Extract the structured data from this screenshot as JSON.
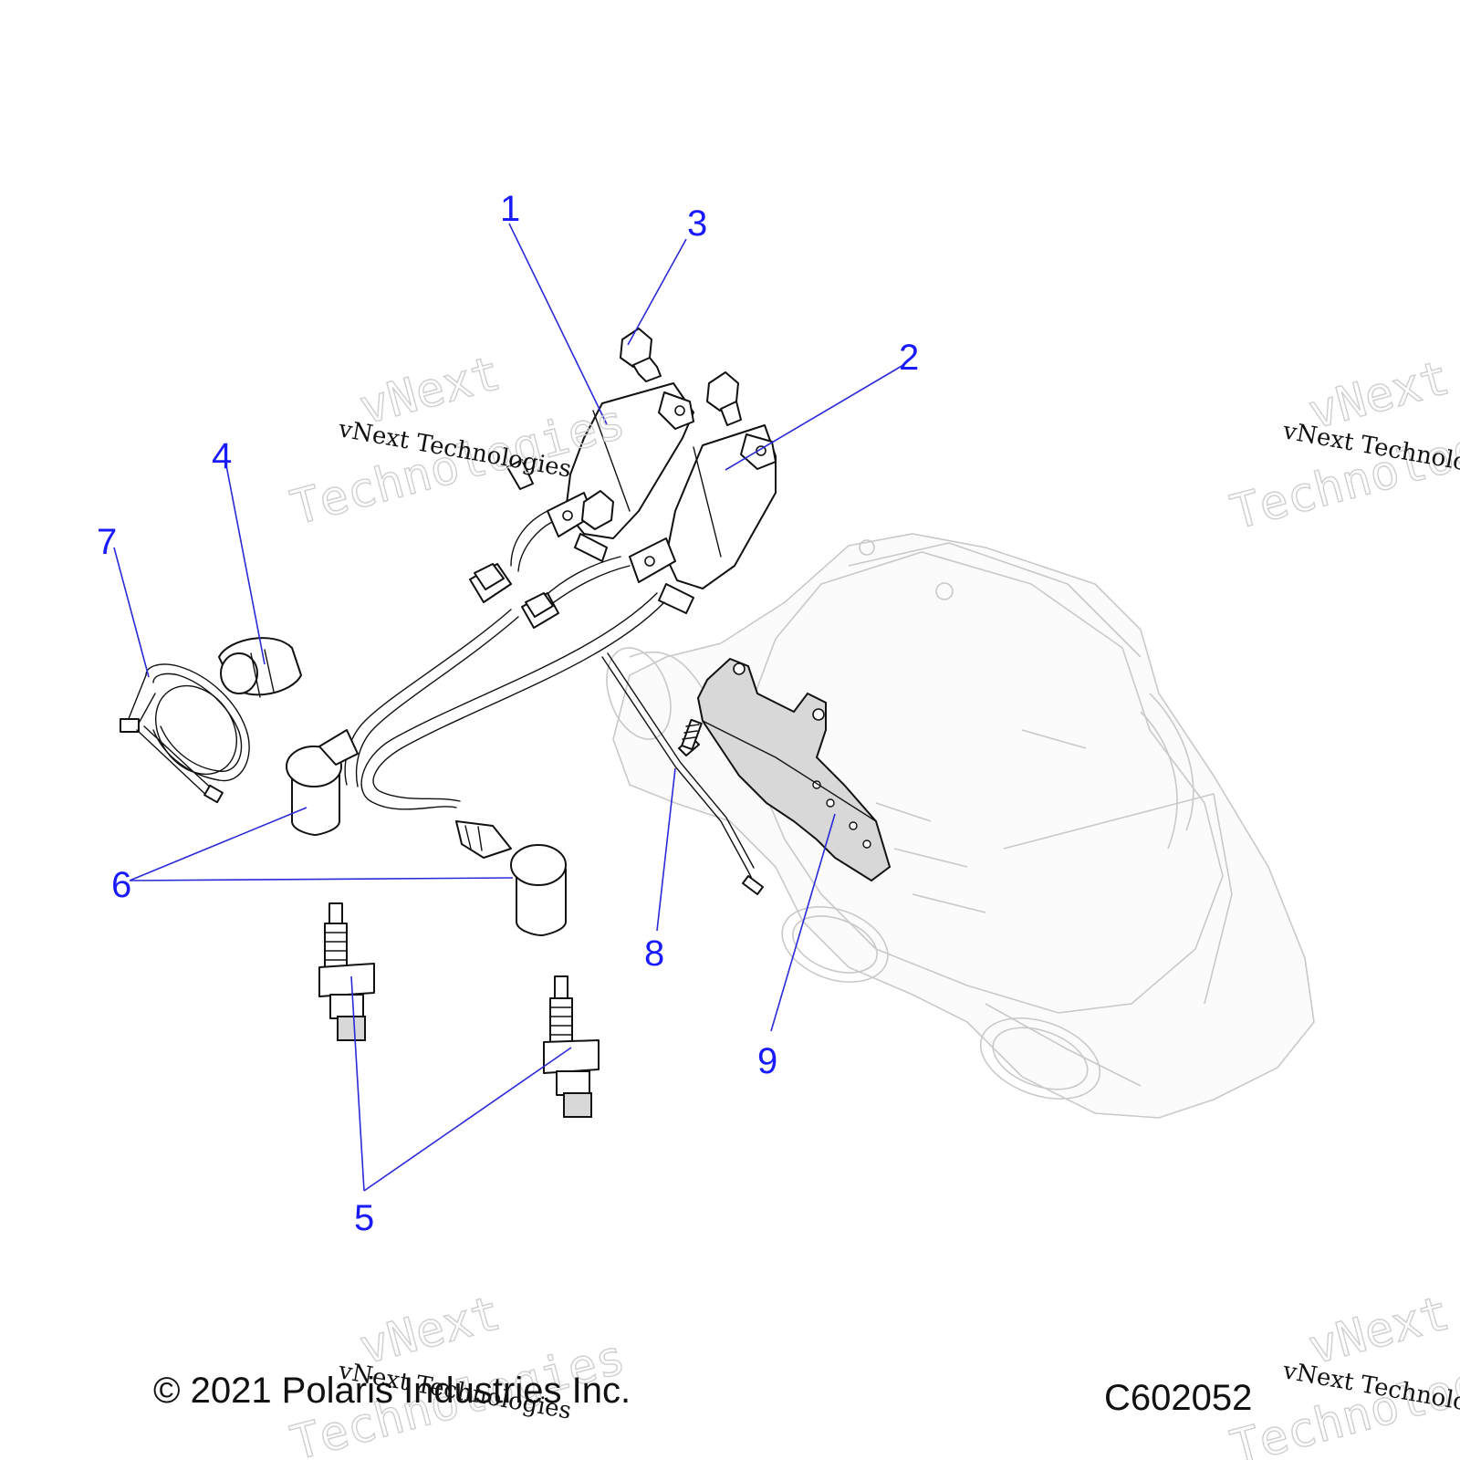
{
  "callouts": {
    "c1": "1",
    "c2": "2",
    "c3": "3",
    "c4": "4",
    "c5": "5",
    "c6": "6",
    "c7": "7",
    "c8": "8",
    "c9": "9"
  },
  "watermarks": {
    "large_line1": "vNext",
    "large_line2": "Technologies",
    "small": "vNext Technologies"
  },
  "footer": {
    "copyright": "© 2021 Polaris Industries Inc.",
    "drawing_number": "C602052"
  },
  "colors": {
    "callout_text": "#1a1aff",
    "leader_line": "#2a2ad8",
    "line_art": "#111111",
    "ghost_engine": "#c9c9c9",
    "watermark": "#cfcfcf"
  }
}
